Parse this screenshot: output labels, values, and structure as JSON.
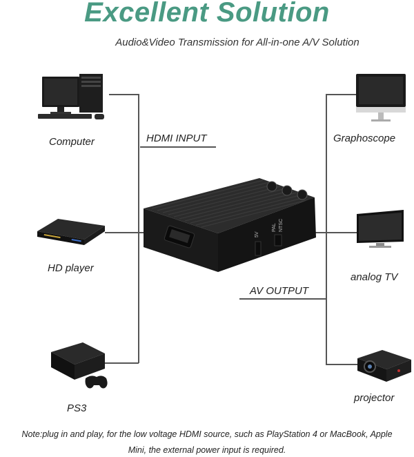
{
  "header": {
    "title": "Excellent Solution",
    "subtitle": "Audio&Video Transmission for All-in-one A/V Solution"
  },
  "sections": {
    "input_label": "HDMI INPUT",
    "output_label": "AV OUTPUT"
  },
  "sources": [
    {
      "label": "Computer",
      "icon": "computer-icon"
    },
    {
      "label": "HD player",
      "icon": "hd-player-icon"
    },
    {
      "label": "PS3",
      "icon": "ps3-console-icon"
    }
  ],
  "outputs": [
    {
      "label": "Graphoscope",
      "icon": "monitor-icon"
    },
    {
      "label": "analog TV",
      "icon": "tv-icon"
    },
    {
      "label": "projector",
      "icon": "projector-icon"
    }
  ],
  "device": {
    "switch_labels": [
      "PAL",
      "NTSC"
    ],
    "port_label": "5V"
  },
  "note": {
    "line1": "Note:plug in and play, for the low voltage HDMI source, such as PlayStation 4 or MacBook, Apple",
    "line2": "Mini, the external power input is required."
  },
  "colors": {
    "title": "#4a9a83",
    "line": "#555555"
  }
}
